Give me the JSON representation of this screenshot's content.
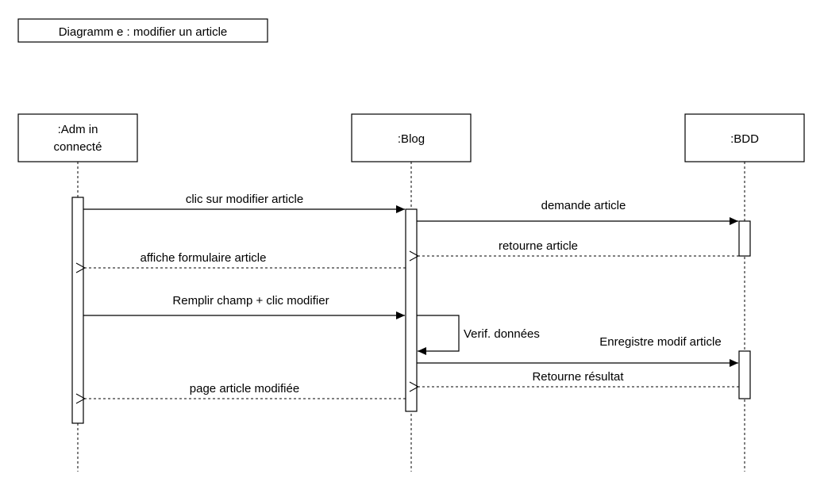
{
  "title": "Diagramm e : modifier un article",
  "participants": {
    "admin": {
      "line1": ":Adm in",
      "line2": "connecté"
    },
    "blog": {
      "label": ":Blog"
    },
    "bdd": {
      "label": ":BDD"
    }
  },
  "messages": [
    {
      "from": "admin",
      "to": "blog",
      "kind": "sync",
      "label": "clic sur modifier article"
    },
    {
      "from": "blog",
      "to": "bdd",
      "kind": "sync",
      "label": "demande article"
    },
    {
      "from": "bdd",
      "to": "blog",
      "kind": "return",
      "label": "retourne article"
    },
    {
      "from": "blog",
      "to": "admin",
      "kind": "return",
      "label": "affiche formulaire article"
    },
    {
      "from": "admin",
      "to": "blog",
      "kind": "sync",
      "label": "Remplir champ + clic modifier"
    },
    {
      "from": "blog",
      "to": "blog",
      "kind": "self",
      "label": "Verif. données"
    },
    {
      "from": "blog",
      "to": "bdd",
      "kind": "sync",
      "label": "Enregistre modif article"
    },
    {
      "from": "bdd",
      "to": "blog",
      "kind": "return",
      "label": "Retourne résultat"
    },
    {
      "from": "blog",
      "to": "admin",
      "kind": "return",
      "label": "page article modifiée"
    }
  ]
}
